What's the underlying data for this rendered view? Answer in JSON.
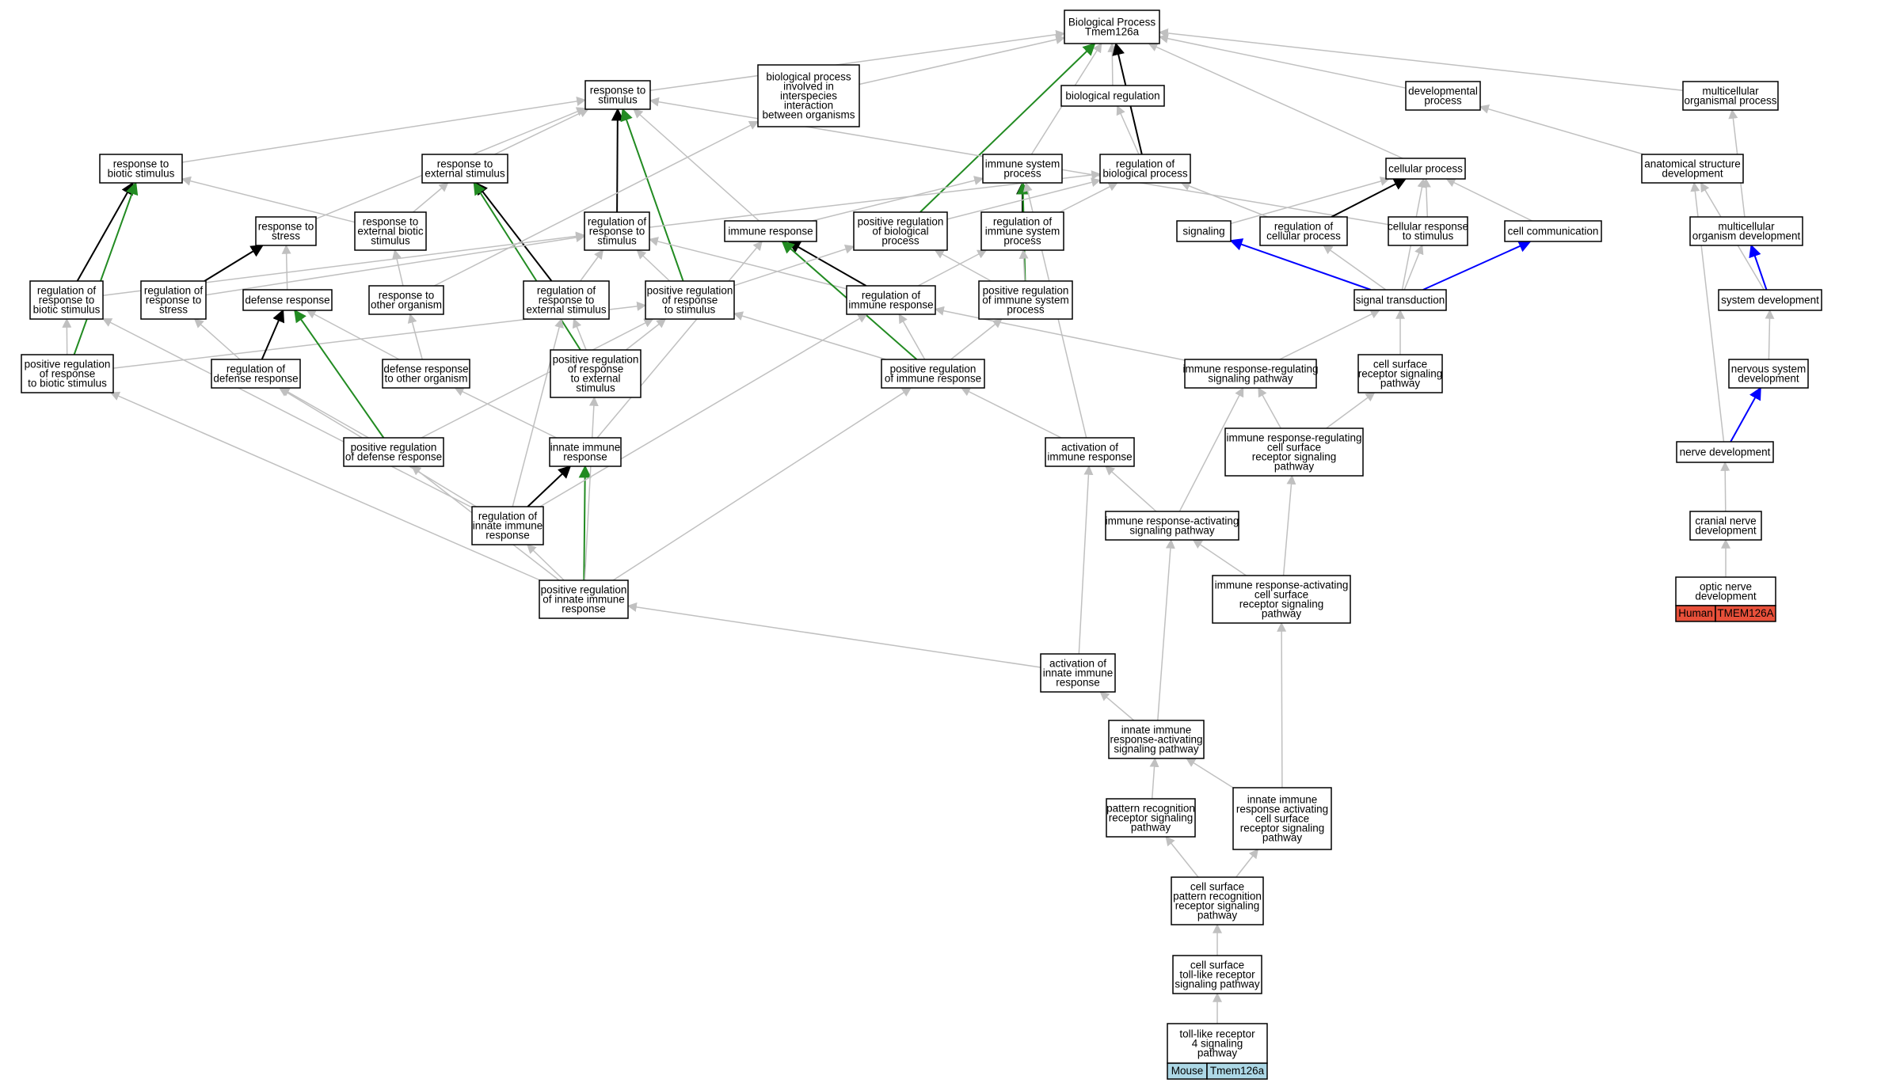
{
  "colors": {
    "is_a": "#c0c0c0",
    "regulates": "#000000",
    "positively_regulates": "#228b22",
    "part_of": "#0000ff",
    "human_species": "#e8503a",
    "human_gene": "#e8503a",
    "mouse_species": "#add8e6",
    "mouse_gene": "#add8e6"
  },
  "nodes": [
    {
      "id": "bp",
      "lines": [
        "Biological Process",
        "Tmem126a"
      ]
    },
    {
      "id": "rts",
      "lines": [
        "response to",
        "stimulus"
      ]
    },
    {
      "id": "bpii",
      "lines": [
        "biological process",
        "involved in",
        "interspecies",
        "interaction",
        "between organisms"
      ]
    },
    {
      "id": "breg",
      "lines": [
        "biological regulation"
      ]
    },
    {
      "id": "devp",
      "lines": [
        "developmental",
        "process"
      ]
    },
    {
      "id": "mop",
      "lines": [
        "multicellular",
        "organismal process"
      ]
    },
    {
      "id": "rtbs",
      "lines": [
        "response to",
        "biotic stimulus"
      ]
    },
    {
      "id": "rtes",
      "lines": [
        "response to",
        "external stimulus"
      ]
    },
    {
      "id": "isp",
      "lines": [
        "immune system",
        "process"
      ]
    },
    {
      "id": "rbp",
      "lines": [
        "regulation of",
        "biological process"
      ]
    },
    {
      "id": "cp",
      "lines": [
        "cellular process"
      ]
    },
    {
      "id": "asd",
      "lines": [
        "anatomical structure",
        "development"
      ]
    },
    {
      "id": "rtstr",
      "lines": [
        "response to",
        "stress"
      ]
    },
    {
      "id": "rtebs",
      "lines": [
        "response to",
        "external biotic",
        "stimulus"
      ]
    },
    {
      "id": "rrts",
      "lines": [
        "regulation of",
        "response to",
        "stimulus"
      ]
    },
    {
      "id": "ir",
      "lines": [
        "immune response"
      ]
    },
    {
      "id": "prbp",
      "lines": [
        "positive regulation",
        "of biological",
        "process"
      ]
    },
    {
      "id": "risp",
      "lines": [
        "regulation of",
        "immune system",
        "process"
      ]
    },
    {
      "id": "sig",
      "lines": [
        "signaling"
      ]
    },
    {
      "id": "rcp",
      "lines": [
        "regulation of",
        "cellular process"
      ]
    },
    {
      "id": "crts",
      "lines": [
        "cellular response",
        "to stimulus"
      ]
    },
    {
      "id": "cc",
      "lines": [
        "cell communication"
      ]
    },
    {
      "id": "mod",
      "lines": [
        "multicellular",
        "organism development"
      ]
    },
    {
      "id": "rrtbs",
      "lines": [
        "regulation of",
        "response to",
        "biotic stimulus"
      ]
    },
    {
      "id": "rrtstr",
      "lines": [
        "regulation of",
        "response to",
        "stress"
      ]
    },
    {
      "id": "dr",
      "lines": [
        "defense response"
      ]
    },
    {
      "id": "rtoo",
      "lines": [
        "response to",
        "other organism"
      ]
    },
    {
      "id": "rrtes",
      "lines": [
        "regulation of",
        "response to",
        "external stimulus"
      ]
    },
    {
      "id": "prrts",
      "lines": [
        "positive regulation",
        "of response",
        "to stimulus"
      ]
    },
    {
      "id": "rir",
      "lines": [
        "regulation of",
        "immune response"
      ]
    },
    {
      "id": "prisp",
      "lines": [
        "positive regulation",
        "of immune system",
        "process"
      ]
    },
    {
      "id": "st",
      "lines": [
        "signal transduction"
      ]
    },
    {
      "id": "sd",
      "lines": [
        "system development"
      ]
    },
    {
      "id": "prrtbs",
      "lines": [
        "positive regulation",
        "of response",
        "to biotic stimulus"
      ]
    },
    {
      "id": "rdr",
      "lines": [
        "regulation of",
        "defense response"
      ]
    },
    {
      "id": "drtoo",
      "lines": [
        "defense response",
        "to other organism"
      ]
    },
    {
      "id": "prrtes",
      "lines": [
        "positive regulation",
        "of response",
        "to external",
        "stimulus"
      ]
    },
    {
      "id": "prir",
      "lines": [
        "positive regulation",
        "of immune response"
      ]
    },
    {
      "id": "irrsp",
      "lines": [
        "immune response-regulating",
        "signaling pathway"
      ]
    },
    {
      "id": "csrsp",
      "lines": [
        "cell surface",
        "receptor signaling",
        "pathway"
      ]
    },
    {
      "id": "nsd",
      "lines": [
        "nervous system",
        "development"
      ]
    },
    {
      "id": "prdr",
      "lines": [
        "positive regulation",
        "of defense response"
      ]
    },
    {
      "id": "iir",
      "lines": [
        "innate immune",
        "response"
      ]
    },
    {
      "id": "air",
      "lines": [
        "activation of",
        "immune response"
      ]
    },
    {
      "id": "irrcs",
      "lines": [
        "immune response-regulating",
        "cell surface",
        "receptor signaling",
        "pathway"
      ]
    },
    {
      "id": "nd",
      "lines": [
        "nerve development"
      ]
    },
    {
      "id": "riir",
      "lines": [
        "regulation of",
        "innate immune",
        "response"
      ]
    },
    {
      "id": "irasp",
      "lines": [
        "immune response-activating",
        "signaling pathway"
      ]
    },
    {
      "id": "cnd",
      "lines": [
        "cranial nerve",
        "development"
      ]
    },
    {
      "id": "priir",
      "lines": [
        "positive regulation",
        "of innate immune",
        "response"
      ]
    },
    {
      "id": "iracs",
      "lines": [
        "immune response-activating",
        "cell surface",
        "receptor signaling",
        "pathway"
      ]
    },
    {
      "id": "ond",
      "lines": [
        "optic nerve",
        "development"
      ],
      "species": "Human",
      "gene": "TMEM126A"
    },
    {
      "id": "aiir",
      "lines": [
        "activation of",
        "innate immune",
        "response"
      ]
    },
    {
      "id": "iirasp",
      "lines": [
        "innate immune",
        "response-activating",
        "signaling pathway"
      ]
    },
    {
      "id": "prrsp",
      "lines": [
        "pattern recognition",
        "receptor signaling",
        "pathway"
      ]
    },
    {
      "id": "iiracs",
      "lines": [
        "innate immune",
        "response activating",
        "cell surface",
        "receptor signaling",
        "pathway"
      ]
    },
    {
      "id": "csprr",
      "lines": [
        "cell surface",
        "pattern recognition",
        "receptor signaling",
        "pathway"
      ]
    },
    {
      "id": "cstlr",
      "lines": [
        "cell surface",
        "toll-like receptor",
        "signaling pathway"
      ]
    },
    {
      "id": "tlr4",
      "lines": [
        "toll-like receptor",
        "4 signaling",
        "pathway"
      ],
      "species": "Mouse",
      "gene": "Tmem126a"
    }
  ],
  "edges": [
    [
      "rts",
      "bp",
      "is_a"
    ],
    [
      "bpii",
      "bp",
      "is_a"
    ],
    [
      "breg",
      "bp",
      "is_a"
    ],
    [
      "rbp",
      "bp",
      "regulates"
    ],
    [
      "devp",
      "bp",
      "is_a"
    ],
    [
      "mop",
      "bp",
      "is_a"
    ],
    [
      "cp",
      "bp",
      "is_a"
    ],
    [
      "isp",
      "bp",
      "is_a"
    ],
    [
      "prbp",
      "bp",
      "positively_regulates"
    ],
    [
      "rtbs",
      "rts",
      "is_a"
    ],
    [
      "rtes",
      "rts",
      "is_a"
    ],
    [
      "rtstr",
      "rts",
      "is_a"
    ],
    [
      "ir",
      "rts",
      "is_a"
    ],
    [
      "crts",
      "rts",
      "is_a"
    ],
    [
      "rrts",
      "rts",
      "regulates"
    ],
    [
      "prrts",
      "rts",
      "positively_regulates"
    ],
    [
      "rbp",
      "breg",
      "is_a"
    ],
    [
      "asd",
      "devp",
      "is_a"
    ],
    [
      "mod",
      "mop",
      "is_a"
    ],
    [
      "rrtbs",
      "rtbs",
      "regulates"
    ],
    [
      "prrtbs",
      "rtbs",
      "positively_regulates"
    ],
    [
      "rtebs",
      "rtbs",
      "is_a"
    ],
    [
      "rtebs",
      "rtes",
      "is_a"
    ],
    [
      "rrtes",
      "rtes",
      "regulates"
    ],
    [
      "prrtes",
      "rtes",
      "positively_regulates"
    ],
    [
      "ir",
      "isp",
      "is_a"
    ],
    [
      "risp",
      "isp",
      "regulates"
    ],
    [
      "prisp",
      "isp",
      "positively_regulates"
    ],
    [
      "rrts",
      "rbp",
      "is_a"
    ],
    [
      "prbp",
      "rbp",
      "is_a"
    ],
    [
      "risp",
      "rbp",
      "is_a"
    ],
    [
      "rcp",
      "rbp",
      "is_a"
    ],
    [
      "sig",
      "cp",
      "is_a"
    ],
    [
      "rcp",
      "cp",
      "regulates"
    ],
    [
      "crts",
      "cp",
      "is_a"
    ],
    [
      "cc",
      "cp",
      "is_a"
    ],
    [
      "st",
      "cp",
      "is_a"
    ],
    [
      "sd",
      "asd",
      "is_a"
    ],
    [
      "nd",
      "asd",
      "is_a"
    ],
    [
      "sd",
      "mod",
      "part_of"
    ],
    [
      "rrtstr",
      "rtstr",
      "regulates"
    ],
    [
      "dr",
      "rtstr",
      "is_a"
    ],
    [
      "rtoo",
      "rtebs",
      "is_a"
    ],
    [
      "rtoo",
      "bpii",
      "is_a"
    ],
    [
      "rrtbs",
      "rrts",
      "is_a"
    ],
    [
      "rrtstr",
      "rrts",
      "is_a"
    ],
    [
      "rrtes",
      "rrts",
      "is_a"
    ],
    [
      "prrts",
      "rrts",
      "is_a"
    ],
    [
      "rir",
      "rrts",
      "is_a"
    ],
    [
      "rir",
      "ir",
      "regulates"
    ],
    [
      "prir",
      "ir",
      "positively_regulates"
    ],
    [
      "iir",
      "ir",
      "is_a"
    ],
    [
      "prrts",
      "prbp",
      "is_a"
    ],
    [
      "prisp",
      "prbp",
      "is_a"
    ],
    [
      "rir",
      "risp",
      "is_a"
    ],
    [
      "prisp",
      "risp",
      "is_a"
    ],
    [
      "st",
      "sig",
      "part_of"
    ],
    [
      "st",
      "crts",
      "is_a"
    ],
    [
      "st",
      "cc",
      "part_of"
    ],
    [
      "st",
      "rcp",
      "is_a"
    ],
    [
      "nsd",
      "sd",
      "is_a"
    ],
    [
      "prrtbs",
      "rrtbs",
      "is_a"
    ],
    [
      "prrtbs",
      "prrts",
      "is_a"
    ],
    [
      "rdr",
      "dr",
      "regulates"
    ],
    [
      "prdr",
      "dr",
      "positively_regulates"
    ],
    [
      "drtoo",
      "dr",
      "is_a"
    ],
    [
      "drtoo",
      "rtoo",
      "is_a"
    ],
    [
      "prrtes",
      "rrtes",
      "is_a"
    ],
    [
      "prrtes",
      "prrts",
      "is_a"
    ],
    [
      "prir",
      "rir",
      "is_a"
    ],
    [
      "prir",
      "prisp",
      "is_a"
    ],
    [
      "prir",
      "prrts",
      "is_a"
    ],
    [
      "irrsp",
      "rir",
      "is_a"
    ],
    [
      "irrsp",
      "st",
      "is_a"
    ],
    [
      "csrsp",
      "st",
      "is_a"
    ],
    [
      "nd",
      "nsd",
      "part_of"
    ],
    [
      "rdr",
      "rrtstr",
      "is_a"
    ],
    [
      "prdr",
      "rdr",
      "is_a"
    ],
    [
      "prdr",
      "prrts",
      "is_a"
    ],
    [
      "iir",
      "drtoo",
      "is_a"
    ],
    [
      "riir",
      "iir",
      "regulates"
    ],
    [
      "priir",
      "iir",
      "positively_regulates"
    ],
    [
      "air",
      "prir",
      "is_a"
    ],
    [
      "air",
      "isp",
      "is_a"
    ],
    [
      "irrcs",
      "irrsp",
      "is_a"
    ],
    [
      "irrcs",
      "csrsp",
      "is_a"
    ],
    [
      "cnd",
      "nd",
      "is_a"
    ],
    [
      "riir",
      "rdr",
      "is_a"
    ],
    [
      "riir",
      "rir",
      "is_a"
    ],
    [
      "riir",
      "rrtbs",
      "is_a"
    ],
    [
      "riir",
      "rrtes",
      "is_a"
    ],
    [
      "irasp",
      "air",
      "is_a"
    ],
    [
      "irasp",
      "irrsp",
      "is_a"
    ],
    [
      "ond",
      "cnd",
      "is_a"
    ],
    [
      "priir",
      "riir",
      "is_a"
    ],
    [
      "priir",
      "prdr",
      "is_a"
    ],
    [
      "priir",
      "prir",
      "is_a"
    ],
    [
      "priir",
      "prrtbs",
      "is_a"
    ],
    [
      "priir",
      "prrtes",
      "is_a"
    ],
    [
      "iracs",
      "irasp",
      "is_a"
    ],
    [
      "iracs",
      "irrcs",
      "is_a"
    ],
    [
      "aiir",
      "priir",
      "is_a"
    ],
    [
      "aiir",
      "air",
      "is_a"
    ],
    [
      "iirasp",
      "aiir",
      "is_a"
    ],
    [
      "iirasp",
      "irasp",
      "is_a"
    ],
    [
      "prrsp",
      "iirasp",
      "is_a"
    ],
    [
      "iiracs",
      "iirasp",
      "is_a"
    ],
    [
      "iiracs",
      "iracs",
      "is_a"
    ],
    [
      "csprr",
      "prrsp",
      "is_a"
    ],
    [
      "csprr",
      "iiracs",
      "is_a"
    ],
    [
      "cstlr",
      "csprr",
      "is_a"
    ],
    [
      "tlr4",
      "cstlr",
      "is_a"
    ]
  ]
}
